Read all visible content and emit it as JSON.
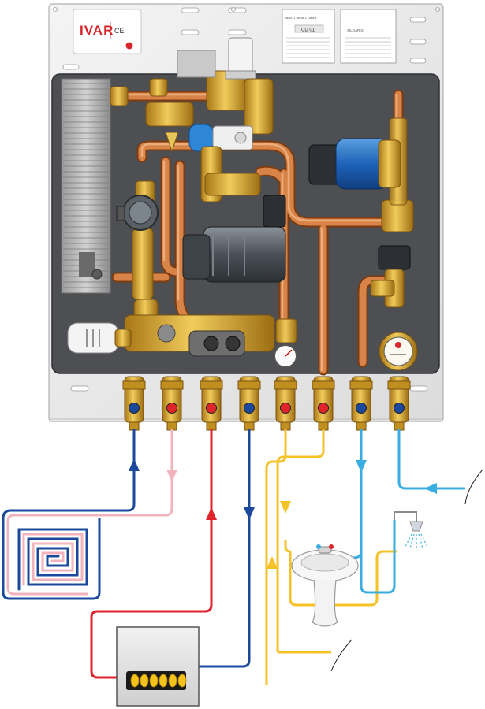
{
  "brand": {
    "logo_text": "IVAR",
    "ce_mark": "CE"
  },
  "labels": {
    "label_left_line1": "Mod. 1 Serial 1 Data 1",
    "label_left_code": "CD 01",
    "label_right_line1": "SILDAR 01"
  },
  "legend_colors": {
    "heating_flow": "#e0242b",
    "heating_return": "#1b4a9c",
    "floor_return_light": "#f2b3bd",
    "domestic_hot": "#f5c22a",
    "domestic_cold": "#3aaee0",
    "pipe_copper": "#c8703a",
    "brass": "#d9a635"
  },
  "components": {
    "panel": "manifold-panel",
    "floor_heating": "floor-heating-loop",
    "radiator": "radiator-unit",
    "sink": "wash-basin",
    "shower": "shower-head",
    "meter": "water-meter",
    "pump_main": "circulation-pump",
    "pump_small": "secondary-pump",
    "heat_exchanger": "plate-heat-exchanger"
  }
}
